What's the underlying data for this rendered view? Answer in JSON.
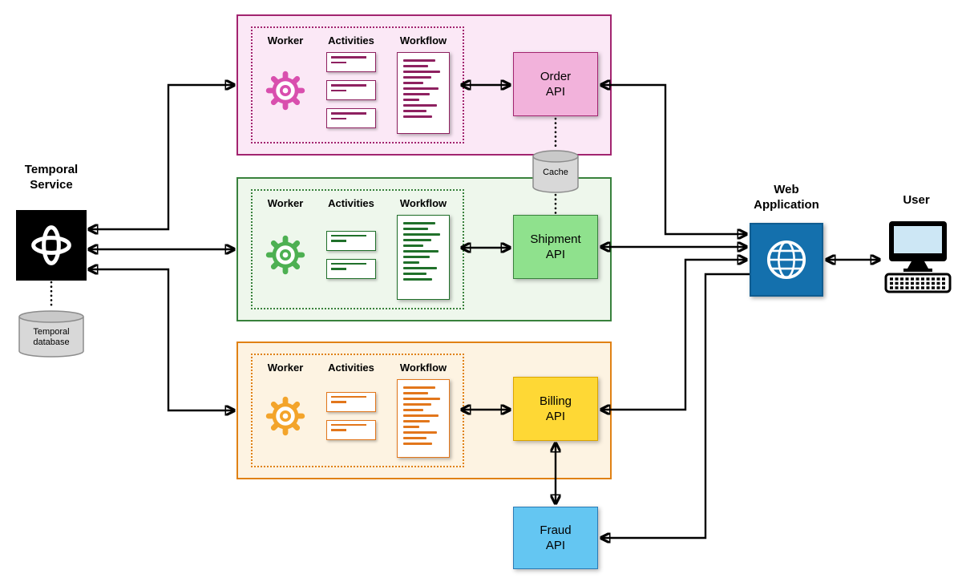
{
  "diagram": {
    "temporal_service": {
      "label": "Temporal\nService",
      "colors": {
        "fill": "#000000"
      }
    },
    "temporal_database": {
      "label": "Temporal\ndatabase"
    },
    "cache": {
      "label": "Cache"
    },
    "cylinder_colors": {
      "fill": "#d8d8d8",
      "top": "#c9c9c9",
      "stroke": "#8c8c8c"
    },
    "lanes": [
      {
        "id": "order",
        "worker_label": "Worker",
        "activities_label": "Activities",
        "workflow_label": "Workflow",
        "api_label": "Order\nAPI",
        "colors": {
          "fill": "#fbe8f6",
          "border": "#a2246f",
          "accent": "#8e2160",
          "gear": "#d94fae",
          "api-fill": "#f2b2db",
          "api-border": "#a2246f"
        }
      },
      {
        "id": "shipment",
        "worker_label": "Worker",
        "activities_label": "Activities",
        "workflow_label": "Workflow",
        "api_label": "Shipment\nAPI",
        "colors": {
          "fill": "#eef7ec",
          "border": "#38813c",
          "accent": "#20702a",
          "gear": "#4db052",
          "api-fill": "#8fe18d",
          "api-border": "#38813c"
        }
      },
      {
        "id": "billing",
        "worker_label": "Worker",
        "activities_label": "Activities",
        "workflow_label": "Workflow",
        "api_label": "Billing\nAPI",
        "colors": {
          "fill": "#fdf3e2",
          "border": "#e08114",
          "accent": "#e2761b",
          "gear": "#f3a42b",
          "api-fill": "#fed835",
          "api-border": "#dba400"
        }
      }
    ],
    "fraud_api": {
      "label": "Fraud\nAPI",
      "colors": {
        "api-fill": "#64c6f2",
        "api-border": "#2a7ab5"
      }
    },
    "web_application": {
      "label": "Web\nApplication",
      "colors": {
        "fill": "#1470ad",
        "border": "#0f5c90"
      }
    },
    "user": {
      "label": "User"
    },
    "arrow_color": "#000000",
    "icons": {
      "temporal": "temporal-knot-icon",
      "worker": "gear-icon",
      "activities": "card-list-icon",
      "workflow": "document-icon",
      "cache": "database-cylinder-icon",
      "database": "database-cylinder-icon",
      "web_application": "globe-icon",
      "user": "desktop-computer-icon"
    }
  }
}
